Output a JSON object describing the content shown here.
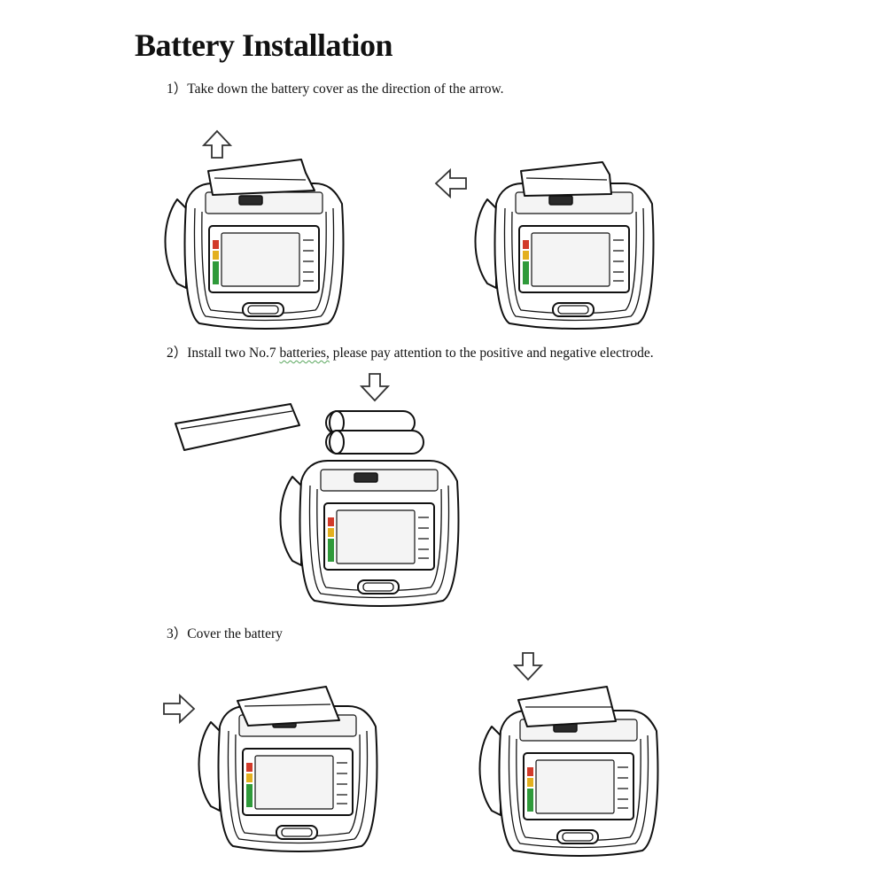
{
  "page": {
    "title": "Battery Installation",
    "steps": {
      "step1": {
        "number": "1）",
        "text": "Take down the battery cover as the direction of the arrow."
      },
      "step2": {
        "number": "2）",
        "text_a": "Install two No.7 ",
        "text_b": "batteries,",
        "text_c": " please pay attention to the positive and negative electrode."
      },
      "step3": {
        "number": "3）",
        "text": "Cover the battery"
      }
    }
  },
  "figures": {
    "indicator_colors": [
      "#d23a2a",
      "#e3b01f",
      "#2f9a3a"
    ],
    "arrow_icons": [
      "arrow-up-icon",
      "arrow-left-icon",
      "arrow-down-icon",
      "arrow-right-icon",
      "arrow-down-icon"
    ]
  }
}
